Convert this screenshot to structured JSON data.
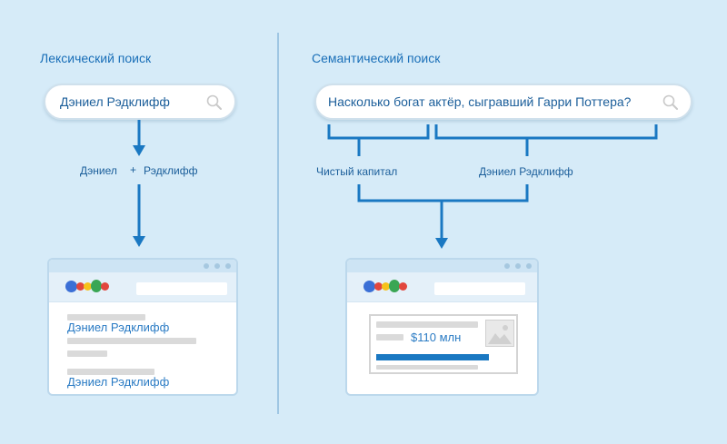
{
  "colors": {
    "background": "#d6ebf8",
    "accent": "#1a78c2",
    "text": "#1b5e9a"
  },
  "lexical": {
    "title": "Лексический поиск",
    "query": "Дэниел Рэдклифф",
    "split_left": "Дэниел",
    "split_plus": "+",
    "split_right": "Рэдклифф",
    "result_1": "Дэниел Рэдклифф",
    "result_2": "Дэниел Рэдклифф"
  },
  "semantic": {
    "title": "Семантический поиск",
    "query": "Насколько богат актёр, сыгравший Гарри Поттера?",
    "concept_1": "Чистый капитал",
    "concept_2": "Дэниел Рэдклифф",
    "answer_value": "$110 млн"
  },
  "icons": {
    "search": "search-icon",
    "logo": "google-logo-icon",
    "image": "image-placeholder-icon",
    "window_dots": "window-controls-icon"
  }
}
